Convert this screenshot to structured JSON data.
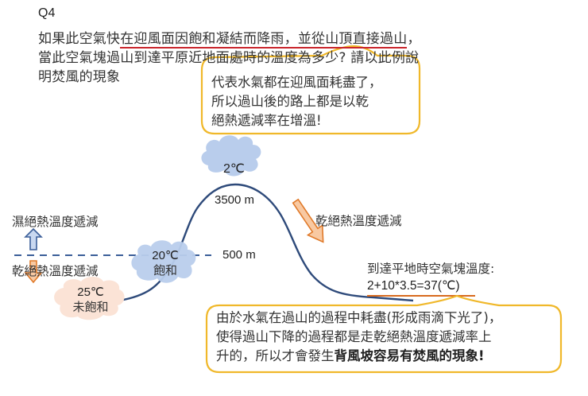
{
  "question": {
    "label": "Q4",
    "line1_pre": "如果此空氣快",
    "line1_underlined_a": "在迎風面因飽和凝結而降雨",
    "line1_comma": "，",
    "line1_underlined_b": "並從山頂直接過山",
    "line1_end": "，",
    "line2": "當此空氣塊過山到達平原近地面處時的溫度為多少? 請以此例說",
    "line3": "明焚風的現象"
  },
  "callout_top": {
    "lines": [
      "代表水氣都在迎風面耗盡了，",
      "所以過山後的路上都是以乾",
      "絕熱遞減率在增溫!"
    ]
  },
  "diagram": {
    "summit_cloud_temp": "2℃",
    "summit_height": "3500 m",
    "cloud_base_height": "500 m",
    "cloud_base_temp": "20℃",
    "cloud_base_state": "飽和",
    "start_temp": "25℃",
    "start_state": "未飽和",
    "wet_label": "濕絕熱溫度遞減",
    "dry_label_left": "乾絕熱溫度遞減",
    "dry_label_right": "乾絕熱溫度遞減",
    "arrival_label": "到達平地時空氣塊溫度:",
    "arrival_formula": "2+10*3.5=37(℃)"
  },
  "callout_bottom": {
    "line1": "由於水氣在過山的過程中耗盡(形成雨滴下光了)，",
    "line2": "使得過山下降的過程都是走乾絕熱溫度遞減率上",
    "line3_pre": "升的，所以才會發生",
    "line3_bold": "背風坡容易有焚風的現象!"
  },
  "colors": {
    "mountain": "#2e4a7a",
    "callout_border": "#f0b82a",
    "underline_red": "#c9252c",
    "underline_orange": "#d86a1e",
    "cloud_blue": "#b9cdec",
    "cloud_peach": "#fbe3d6",
    "arrow_orange_fill": "#f8c9a2",
    "arrow_orange_stroke": "#e07a2a",
    "arrow_blue_fill": "#c9d8f0",
    "arrow_blue_stroke": "#3b5e99"
  }
}
